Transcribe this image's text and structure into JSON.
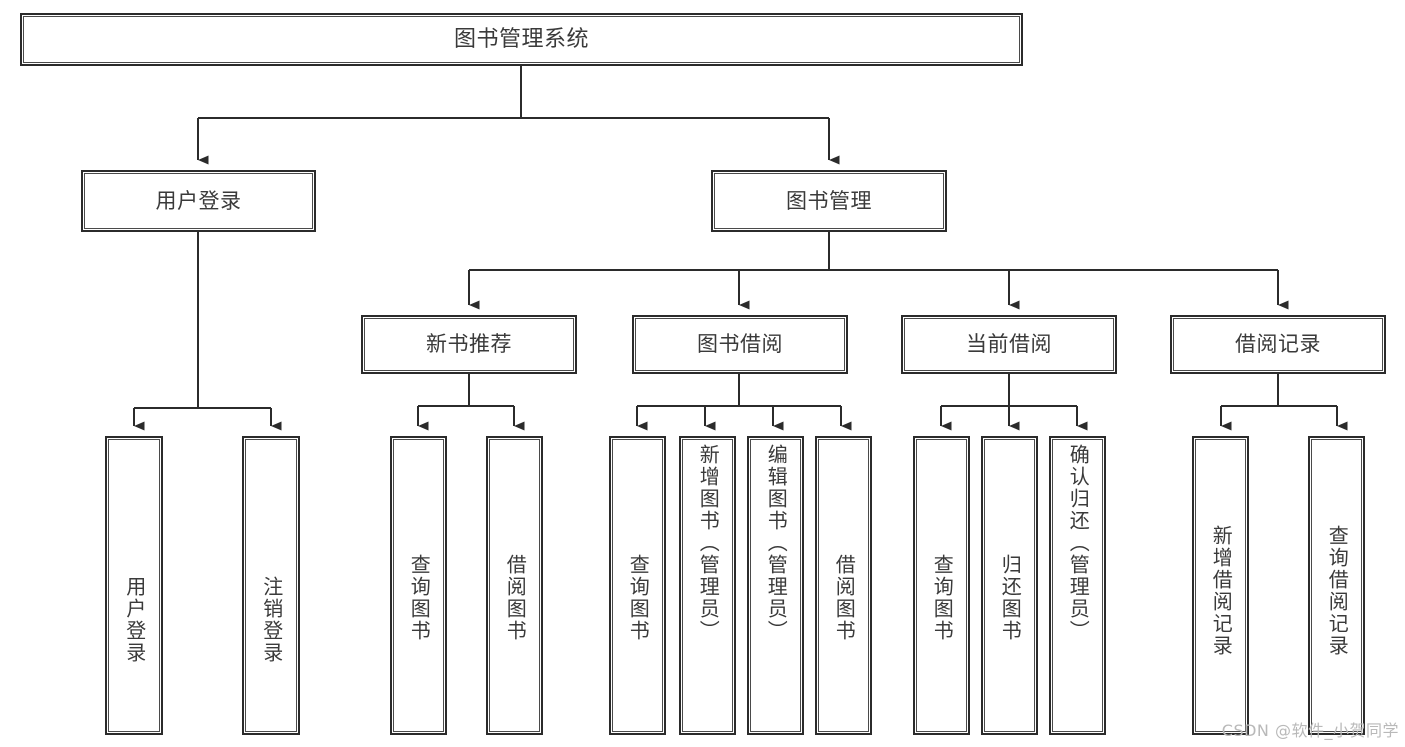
{
  "diagram": {
    "title": "图书管理系统",
    "type": "hierarchy-tree",
    "root": {
      "label": "图书管理系统"
    },
    "level2": [
      {
        "label": "用户登录"
      },
      {
        "label": "图书管理"
      }
    ],
    "level3": [
      {
        "label": "新书推荐"
      },
      {
        "label": "图书借阅"
      },
      {
        "label": "当前借阅"
      },
      {
        "label": "借阅记录"
      }
    ],
    "leaves": {
      "user_login": [
        {
          "label": "用户登录"
        },
        {
          "label": "注销登录"
        }
      ],
      "new_book_recommend": [
        {
          "label": "查询图书"
        },
        {
          "label": "借阅图书"
        }
      ],
      "book_borrow": [
        {
          "label": "查询图书"
        },
        {
          "label": "新增图书（管理员）"
        },
        {
          "label": "编辑图书（管理员）"
        },
        {
          "label": "借阅图书"
        }
      ],
      "current_borrow": [
        {
          "label": "查询图书"
        },
        {
          "label": "归还图书"
        },
        {
          "label": "确认归还（管理员）"
        }
      ],
      "borrow_record": [
        {
          "label": "新增借阅记录"
        },
        {
          "label": "查询借阅记录"
        }
      ]
    }
  },
  "watermark": {
    "text": "CSDN @软件_小贺同学"
  },
  "colors": {
    "stroke": "#2b2b2b",
    "text": "#3a3a3a",
    "background": "#ffffff",
    "watermark": "#b9b9b9"
  }
}
